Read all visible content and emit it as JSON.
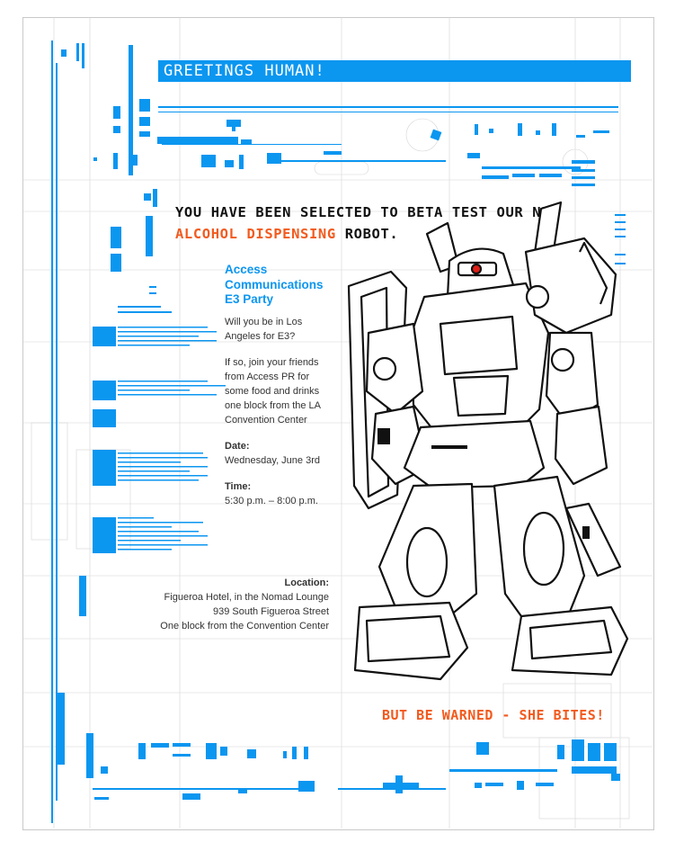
{
  "banner": {
    "text": "GREETINGS HUMAN!"
  },
  "headline": {
    "line1": "YOU HAVE BEEN SELECTED TO BETA TEST OUR NEW",
    "accent": "ALCOHOL DISPENSING",
    "tail": " ROBOT."
  },
  "event": {
    "title": "Access Communications E3 Party",
    "intro": "Will you be in Los Angeles for E3?",
    "invite": "If so, join your friends from Access PR for some food and drinks one block from the LA Convention Center",
    "date_label": "Date:",
    "date": "Wednesday, June 3rd",
    "time_label": "Time:",
    "time": "5:30 p.m. – 8:00 p.m."
  },
  "location": {
    "label": "Location:",
    "line1": "Figueroa Hotel, in the Nomad Lounge",
    "line2": "939 South Figueroa Street",
    "line3": "One block from the Convention Center"
  },
  "warning": {
    "text": "BUT BE WARNED - SHE BITES!"
  },
  "colors": {
    "accent_blue": "#0b96f0",
    "accent_orange": "#f25a1e",
    "text": "#333333",
    "robot_outline": "#111111"
  },
  "icons": {
    "robot": "robot-illustration"
  }
}
